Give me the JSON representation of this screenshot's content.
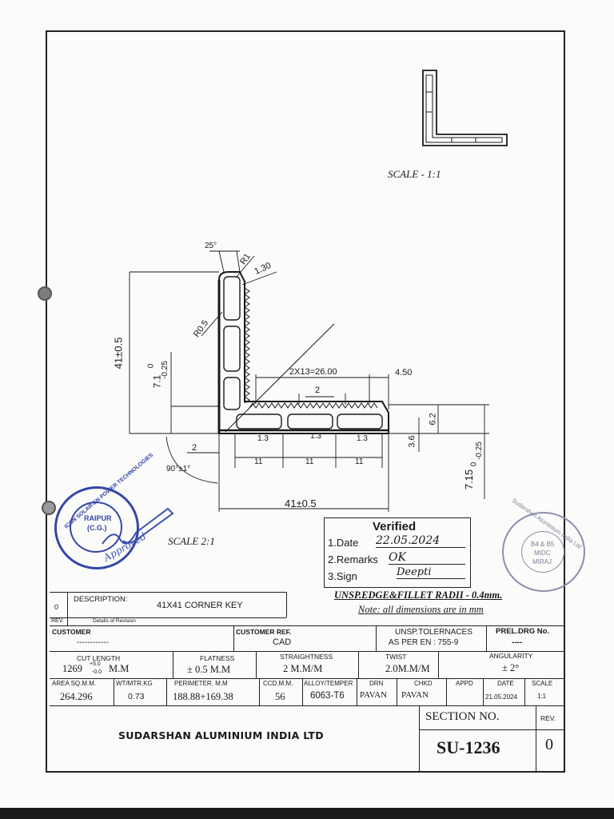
{
  "views": {
    "scale_top": "SCALE - 1:1",
    "scale_main": "SCALE 2:1"
  },
  "dimensions": {
    "d_25": "25°",
    "d_r1": "R1",
    "d_130": "1.30",
    "d_r05": "R0.5",
    "d_41_vert": "41±0.5",
    "d_71": "7.1",
    "d_71_tol_up": "0",
    "d_71_tol_dn": "-0.25",
    "d_2x13": "2X13=26.00",
    "d_450": "4.50",
    "d_2_top": "2",
    "d_62": "6.2",
    "d_36": "3.6",
    "d_13a": "1.3",
    "d_13b": "1.3",
    "d_13c": "1.3",
    "d_2_left": "2",
    "d_90": "90°±1°",
    "d_11a": "11",
    "d_11b": "11",
    "d_11c": "11",
    "d_41_horiz": "41±0.5",
    "d_715": "7.15",
    "d_715_tol_up": "0",
    "d_715_tol_dn": "-0.25"
  },
  "verified_box": {
    "title": "Verified",
    "date_label": "1.Date",
    "date_value": "22.05.2024",
    "remarks_label": "2.Remarks",
    "remarks_value": "OK",
    "sign_label": "3.Sign",
    "sign_value": "Deepti"
  },
  "notes": {
    "radii": "UNSP.EDGE&FILLET RADII - 0.4mm.",
    "dims": "Note: all dimensions are in mm"
  },
  "stamps": {
    "left_ring": "ICON SOLAR-EN POWER TECHNOLOGIES",
    "left_city": "RAIPUR",
    "left_state": "(C.G.)",
    "left_approved": "Approved",
    "right_ring": "Sudarshan Aluminium India Ltd",
    "right_l1": "B4 & B5",
    "right_l2": "MIDC",
    "right_l3": "MIRAJ"
  },
  "title_block": {
    "rev_zero": "0",
    "description_label": "DESCRIPTION:",
    "description_value": "41X41 CORNER KEY",
    "rev_label": "REV.",
    "details_of_revision": "Details of Revision",
    "customer_label": "CUSTOMER",
    "customer_value": "------------",
    "customer_ref_label": "CUSTOMER REF.",
    "customer_ref_value": "CAD",
    "tolerances_label": "UNSP.TOLERNACES",
    "tolerances_value": "AS PER  EN : 755-9",
    "prel_drg_label": "PREL.DRG No.",
    "prel_drg_value": "----",
    "cut_length_label": "CUT LENGTH",
    "cut_length_value": "1269",
    "cut_length_tol_up": "+5.0",
    "cut_length_tol_dn": "-0.0",
    "cut_length_unit": "M.M",
    "flatness_label": "FLATNESS",
    "flatness_value": "± 0.5 M.M",
    "straightness_label": "STRAIGHTNESS",
    "straightness_value": "2 M.M/M",
    "twist_label": "TWIST",
    "twist_value": "2.0M.M/M",
    "angularity_label": "ANGULARITY",
    "angularity_value": "± 2°",
    "area_label": "AREA SQ.M.M.",
    "area_value": "264.296",
    "wt_label": "WT/MTR.KG",
    "wt_value": "0.73",
    "perimeter_label": "PERIMETER.  M.M",
    "perimeter_value": "188.88+169.38",
    "ccd_label": "CCD.M.M.",
    "ccd_value": "56",
    "alloy_label": "ALLOY/TEMPER",
    "alloy_value": "6063-T6",
    "drn_label": "DRN",
    "drn_value": "PAVAN",
    "chkd_label": "CHKD",
    "chkd_value": "PAVAN",
    "appd_label": "APPD",
    "appd_value": "",
    "date_label": "DATE",
    "date_value": "21.05.2024",
    "scale_label": "SCALE",
    "scale_value": "1:1",
    "company": "SUDARSHAN ALUMINIUM INDIA LTD",
    "section_label": "SECTION NO.",
    "section_value": "SU-1236",
    "rev_col_label": "REV.",
    "rev_value": "0"
  }
}
